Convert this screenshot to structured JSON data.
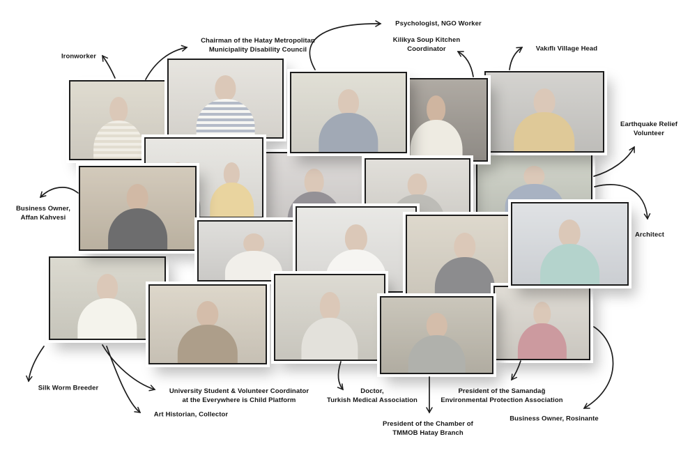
{
  "colors": {
    "ink": "#1c1c1c",
    "background": "#ffffff",
    "skin": "#c2a186",
    "photo_fade": "rgba(255,255,255,0.42)"
  },
  "captions": {
    "ironworker": {
      "line1": "Ironworker",
      "line2": ""
    },
    "chairman": {
      "line1": "Chairman of the Hatay Metropolitan",
      "line2": "Municipality Disability Council"
    },
    "psychologist": {
      "line1": "Psychologist, NGO Worker",
      "line2": ""
    },
    "kilikya": {
      "line1": "Kilikya Soup Kitchen",
      "line2": "Coordinator"
    },
    "vakifli": {
      "line1": "Vakıflı Village Head",
      "line2": ""
    },
    "earthquake": {
      "line1": "Earthquake Relief",
      "line2": "Volunteer"
    },
    "affan": {
      "line1": "Business Owner,",
      "line2": "Affan Kahvesi"
    },
    "architect": {
      "line1": "Architect",
      "line2": ""
    },
    "silkworm": {
      "line1": "Silk Worm Breeder",
      "line2": ""
    },
    "university": {
      "line1": "University Student & Volunteer Coordinator",
      "line2": "at the Everywhere is Child Platform"
    },
    "arthistorian": {
      "line1": "Art Historian, Collector",
      "line2": ""
    },
    "doctor": {
      "line1": "Doctor,",
      "line2": "Turkish Medical Association"
    },
    "tmmob": {
      "line1": "President of the Chamber of",
      "line2": "TMMOB Hatay Branch"
    },
    "samandag": {
      "line1": "President of the Samandağ",
      "line2": "Environmental Protection Association"
    },
    "rosinante": {
      "line1": "Business Owner, Rosinante",
      "line2": ""
    }
  },
  "links": [
    {
      "caption": "ironworker",
      "photo": "a"
    },
    {
      "caption": "chairman",
      "photo": "b"
    },
    {
      "caption": "psychologist",
      "photo": "c"
    },
    {
      "caption": "kilikya",
      "photo": "d"
    },
    {
      "caption": "vakifli",
      "photo": "e"
    },
    {
      "caption": "earthquake",
      "photo": "j"
    },
    {
      "caption": "affan",
      "photo": "f"
    },
    {
      "caption": "architect",
      "photo": "n"
    },
    {
      "caption": "silkworm",
      "photo": "o"
    },
    {
      "caption": "university",
      "photo": "p"
    },
    {
      "caption": "arthistorian",
      "photo": "o"
    },
    {
      "caption": "doctor",
      "photo": "q"
    },
    {
      "caption": "tmmob",
      "photo": "r"
    },
    {
      "caption": "samandag",
      "photo": "s"
    },
    {
      "caption": "rosinante",
      "photo": "s"
    }
  ],
  "photos": [
    {
      "id": "a",
      "alt": "Elderly bearded man in light striped shirt (ironworker)",
      "bg1": "#c9c2ae",
      "bg2": "#a8a190",
      "persons": [
        {
          "shirt": "#e6e1d2",
          "shirt2": "#cdc4ae"
        }
      ]
    },
    {
      "id": "b",
      "alt": "Smiling woman in striped tee on market street (disability council chairman)",
      "bg1": "#d6d2c9",
      "bg2": "#b5b0a6",
      "persons": [
        {
          "shirt": "#f0efe9",
          "shirt2": "#7e8aa0"
        }
      ]
    },
    {
      "id": "c",
      "alt": "Gray-haired man in navy shirt outdoors (psychologist, NGO worker)",
      "bg1": "#ccc9b8",
      "bg2": "#aaa79a",
      "persons": [
        {
          "shirt": "#5d6b80"
        }
      ]
    },
    {
      "id": "d",
      "alt": "Man in white shirt by tent (soup kitchen coordinator)",
      "bg1": "#9a938a",
      "bg2": "#6f6a63",
      "fade": 0.22,
      "persons": [
        {
          "shirt": "#e9e6da"
        }
      ]
    },
    {
      "id": "e",
      "alt": "Curly-haired man in mustard jacket (Vakıflı village head)",
      "bg1": "#b5b3ad",
      "bg2": "#908e88",
      "persons": [
        {
          "shirt": "#c9a24e"
        }
      ]
    },
    {
      "id": "f",
      "alt": "Man in black tee by tents (business owner, Affan Kahvesi)",
      "bg1": "#c4b8a4",
      "bg2": "#a2957f",
      "fade": 0.26,
      "persons": [
        {
          "shirt": "#3a3a3c"
        }
      ]
    },
    {
      "id": "g",
      "alt": "Two young women seated outdoors",
      "bg1": "#d8d6cf",
      "bg2": "#b7b5ae",
      "persons": [
        {
          "shirt": "#3c3c40"
        },
        {
          "shirt": "#d9b65a"
        }
      ]
    },
    {
      "id": "h",
      "alt": "Young woman in dark top on street",
      "bg1": "#c5c0bd",
      "bg2": "#9f9a97",
      "persons": [
        {
          "shirt": "#47434a"
        }
      ]
    },
    {
      "id": "i",
      "alt": "Elderly man in gray jacket on street",
      "bg1": "#ccc8bf",
      "bg2": "#a8a49b",
      "persons": [
        {
          "shirt": "#8e8c84"
        }
      ]
    },
    {
      "id": "j",
      "alt": "Woman with braid in blue top on rural path (earthquake relief volunteer)",
      "bg1": "#b3b8a6",
      "bg2": "#8d9283",
      "persons": [
        {
          "shirt": "#6a7a96"
        }
      ]
    },
    {
      "id": "k",
      "alt": "Man in white shirt on street with taxi",
      "bg1": "#c9c7c2",
      "bg2": "#a5a39e",
      "persons": [
        {
          "shirt": "#e7e4db"
        }
      ]
    },
    {
      "id": "l",
      "alt": "Blonde woman in white tee by containers",
      "bg1": "#d9d8d3",
      "bg2": "#bab8b3",
      "persons": [
        {
          "shirt": "#efeee9"
        }
      ]
    },
    {
      "id": "m",
      "alt": "Young woman with long hair in black tee in workshop",
      "bg1": "#c6bda9",
      "bg2": "#a59c88",
      "persons": [
        {
          "shirt": "#39393d"
        }
      ]
    },
    {
      "id": "n",
      "alt": "Smiling woman in teal patterned top on balcony (architect)",
      "bg1": "#c9cdd2",
      "bg2": "#a6abb2",
      "persons": [
        {
          "shirt": "#7fb3a8"
        }
      ]
    },
    {
      "id": "o",
      "alt": "Young man in white tee with arms crossed (silk worm breeder)",
      "bg1": "#c2bfae",
      "bg2": "#9e9b8a",
      "persons": [
        {
          "shirt": "#eceade"
        }
      ]
    },
    {
      "id": "p",
      "alt": "Curly-haired woman in tan cardigan in workshop (volunteer coordinator)",
      "bg1": "#cfc6b4",
      "bg2": "#aea594",
      "fade": 0.3,
      "persons": [
        {
          "shirt": "#8a7458"
        }
      ]
    },
    {
      "id": "q",
      "alt": "Man with glasses and white beard in gray polo (doctor)",
      "bg1": "#c4c0b2",
      "bg2": "#a09c8e",
      "persons": [
        {
          "shirt": "#cfccc2"
        }
      ]
    },
    {
      "id": "r",
      "alt": "Elderly man with glasses in gray polo in garden (TMMOB chamber president)",
      "bg1": "#b4ae9e",
      "bg2": "#8f8979",
      "fade": 0.3,
      "persons": [
        {
          "shirt": "#8f9089"
        }
      ]
    },
    {
      "id": "s",
      "alt": "Long-haired woman in red cardigan (Samandağ association president / Rosinante owner)",
      "bg1": "#c8c2b6",
      "bg2": "#a49e92",
      "persons": [
        {
          "shirt": "#a8525a"
        }
      ]
    }
  ]
}
